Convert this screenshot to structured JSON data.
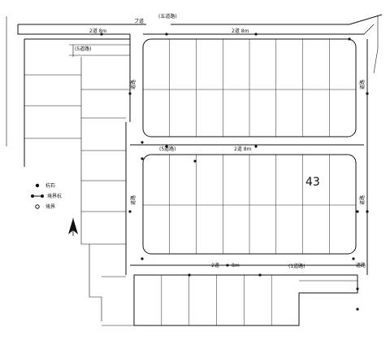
{
  "map": {
    "block_number": "43",
    "road_labels": {
      "top_left_width": "2道 8m",
      "top_left_road": "ブ道",
      "top_right_road": "2道 8m",
      "top_far_right": "(五道路)",
      "mid_road_left": "(5道路)",
      "mid_road_center": "2道 8m",
      "bottom_road_left": "2道",
      "bottom_road_center": "8m",
      "bottom_road_right": "(1道路)",
      "left_side_road": "道路",
      "right_side_road": "道路",
      "right_side_road2": "道路",
      "bottom_right_tag": "道路",
      "top_block_tag": "(5道路)"
    },
    "legend": {
      "items": [
        {
          "label": "杭石",
          "symbol": "filled-dot"
        },
        {
          "label": "境界杭",
          "symbol": "dot-with-line"
        },
        {
          "label": "境界",
          "symbol": "hollow-dot"
        }
      ]
    },
    "north_arrow": "north-arrow"
  }
}
